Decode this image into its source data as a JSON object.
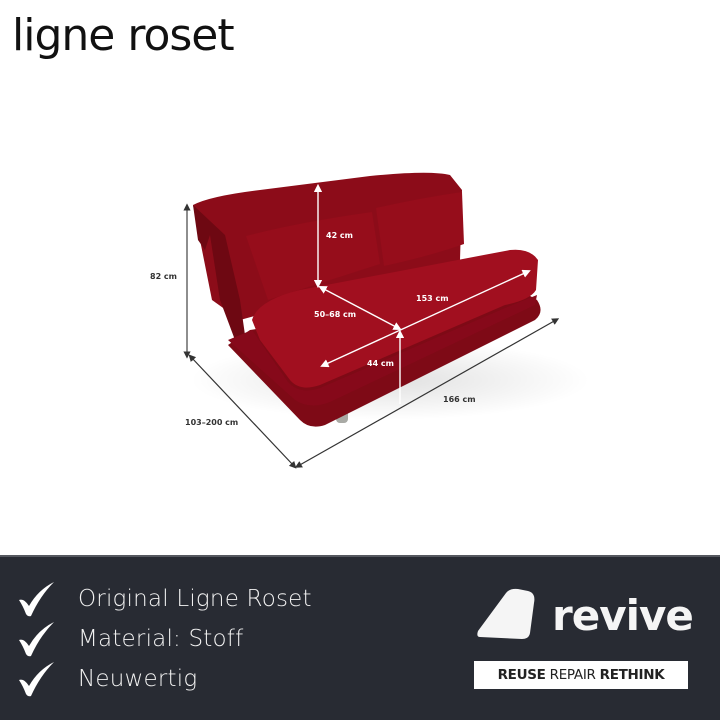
{
  "brand": {
    "name": "ligne roset"
  },
  "diagram": {
    "product": "red sofa bed",
    "sofa_color": "#9b0d1c",
    "dimensions": {
      "height_total": "82 cm",
      "backrest_height": "42 cm",
      "seat_depth": "50–68 cm",
      "seat_width": "153 cm",
      "seat_height": "44 cm",
      "depth_total": "103–200 cm",
      "width_total": "166 cm"
    }
  },
  "footer": {
    "background": "#282b33",
    "features": [
      {
        "icon": "check-icon",
        "label": "Original Ligne Roset"
      },
      {
        "icon": "check-icon",
        "label": "Material: Stoff"
      },
      {
        "icon": "check-icon",
        "label": "Neuwertig"
      }
    ],
    "revive": {
      "wordmark": "revive",
      "tagline": {
        "part1": "REUSE",
        "part2": "REPAIR",
        "part3": "RETHINK"
      }
    }
  }
}
